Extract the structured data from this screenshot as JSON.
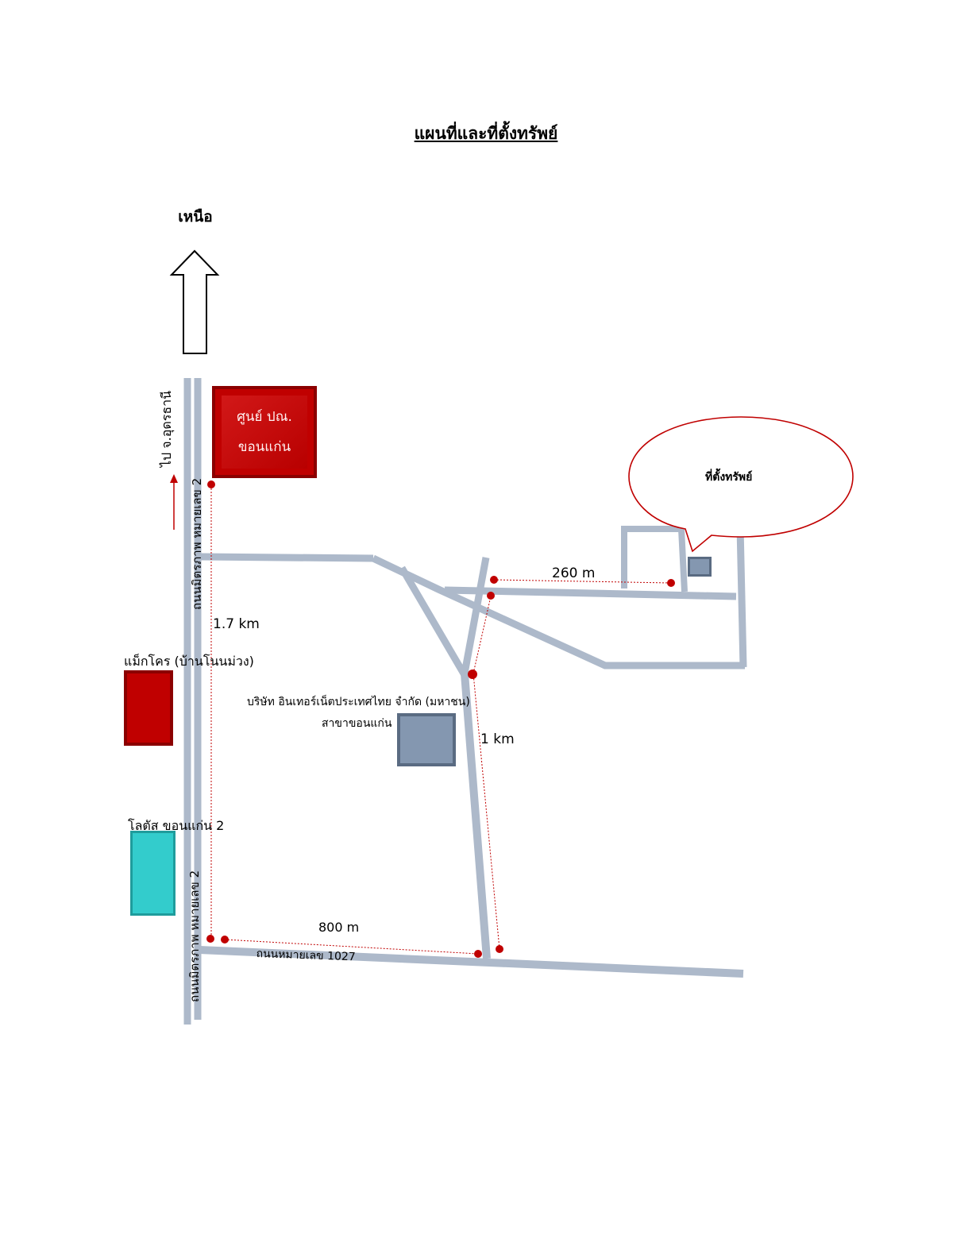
{
  "title": "แผนที่และที่ตั้งทรัพย์",
  "north": {
    "label": "เหนือ",
    "icon": "north-arrow-icon"
  },
  "roads": {
    "main_road_upper": "ถนนมิตรภาพ หมายเลข 2",
    "main_road_lower": "ถนนมิตรภาพ หมายเลข 2",
    "road_1027": "ถนนหมายเลข 1027",
    "to_udon": "ไป จ.อุดรธานี"
  },
  "landmarks": {
    "post_center": {
      "line1": "ศูนย์ ปณ.",
      "line2": "ขอนแก่น",
      "color": "#c00000"
    },
    "makro": {
      "label": "แม็กโคร (บ้านโนนม่วง)",
      "color": "#c00000"
    },
    "lotus": {
      "label": "โลตัส ขอนแก่น 2",
      "color": "#33cccc"
    },
    "internet_thailand": {
      "line1": "บริษัท อินเทอร์เน็ตประเทศไทย จำกัด (มหาชน)",
      "line2": "สาขาขอนแก่น",
      "color": "#8497b0"
    }
  },
  "property": {
    "callout": "ที่ตั้งทรัพย์",
    "color": "#8497b0"
  },
  "distances": {
    "d1": "1.7 km",
    "d2": "800 m",
    "d3": "1 km",
    "d4": "260 m"
  },
  "colors": {
    "road": "#adb9ca",
    "route": "#c00000"
  }
}
